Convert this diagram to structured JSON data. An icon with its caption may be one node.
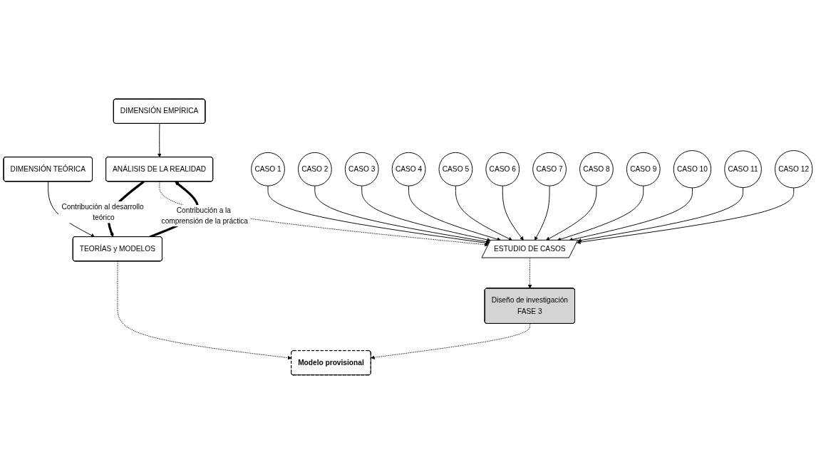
{
  "diagram": {
    "nodes": [
      {
        "text": [
          "DIMENSIÓN EMPÍRICA"
        ]
      },
      {
        "text": [
          "DIMENSIÓN TEÓRICA"
        ]
      },
      {
        "text": [
          "ANÁLISIS DE LA REALIDAD"
        ]
      },
      {
        "text": [
          "TEORÍAS y MODELOS"
        ]
      },
      {
        "text": [
          "ESTUDIO DE CASOS"
        ]
      },
      {
        "text": [
          "Diseño de investigación",
          "FASE 3"
        ]
      },
      {
        "text": [
          "Modelo provisional"
        ]
      },
      {
        "text": [
          "CASO 1"
        ]
      },
      {
        "text": [
          "CASO 2"
        ]
      },
      {
        "text": [
          "CASO 3"
        ]
      },
      {
        "text": [
          "CASO 4"
        ]
      },
      {
        "text": [
          "CASO 5"
        ]
      },
      {
        "text": [
          "CASO 6"
        ]
      },
      {
        "text": [
          "CASO 7"
        ]
      },
      {
        "text": [
          "CASO 8"
        ]
      },
      {
        "text": [
          "CASO 9"
        ]
      },
      {
        "text": [
          "CASO 10"
        ]
      },
      {
        "text": [
          "CASO 11"
        ]
      },
      {
        "text": [
          "CASO 12"
        ]
      }
    ],
    "edges": [
      {
        "from": 0,
        "to": 2,
        "arrow": "to"
      },
      {
        "from": 1,
        "to": 3,
        "arrow": "to"
      },
      {
        "from": 2,
        "to": 3,
        "arrow": "to",
        "label": "Contribución al desarrollo teórico",
        "style": "thick"
      },
      {
        "from": 3,
        "to": 2,
        "arrow": "to",
        "label": "Contribución a la comprensión de la práctica",
        "style": "thick"
      },
      {
        "from": 2,
        "to": 4,
        "arrow": "to",
        "style": "dashed"
      },
      {
        "from": 4,
        "to": 5,
        "arrow": "to",
        "style": "dashed"
      },
      {
        "from": 5,
        "to": 6,
        "arrow": "to",
        "style": "dashed"
      },
      {
        "from": 3,
        "to": 6,
        "arrow": "to",
        "style": "dashed"
      },
      {
        "from": 7,
        "to": 4,
        "arrow": "to"
      },
      {
        "from": 8,
        "to": 4,
        "arrow": "to"
      },
      {
        "from": 9,
        "to": 4,
        "arrow": "to"
      },
      {
        "from": 10,
        "to": 4,
        "arrow": "to"
      },
      {
        "from": 11,
        "to": 4,
        "arrow": "to"
      },
      {
        "from": 12,
        "to": 4,
        "arrow": "to"
      },
      {
        "from": 13,
        "to": 4,
        "arrow": "to"
      },
      {
        "from": 14,
        "to": 4,
        "arrow": "to"
      },
      {
        "from": 15,
        "to": 4,
        "arrow": "to"
      },
      {
        "from": 16,
        "to": 4,
        "arrow": "to"
      },
      {
        "from": 17,
        "to": 4,
        "arrow": "to"
      },
      {
        "from": 18,
        "to": 4,
        "arrow": "to"
      }
    ]
  }
}
